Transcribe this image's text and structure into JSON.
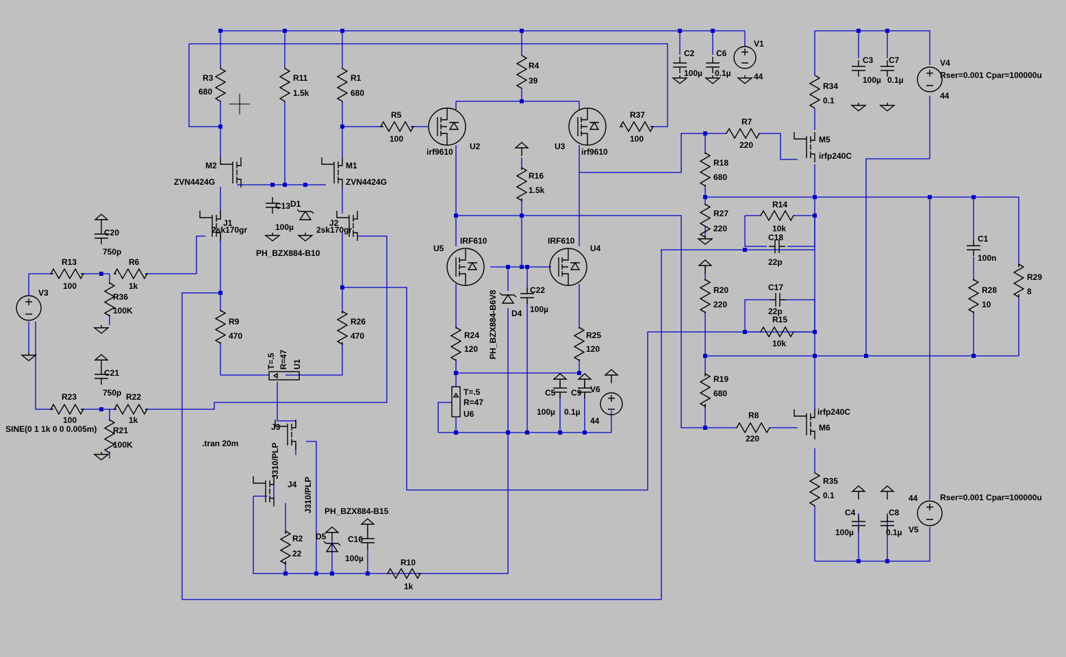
{
  "labels": {
    "R3": "R3",
    "R3v": "680",
    "R11": "R11",
    "R11v": "1.5k",
    "R1": "R1",
    "R1v": "680",
    "R4": "R4",
    "R4v": "39",
    "R5": "R5",
    "R5v": "100",
    "R37": "R37",
    "R37v": "100",
    "U2": "U2",
    "U2m": "irf9610",
    "U3": "U3",
    "U3m": "irf9610",
    "M2": "M2",
    "M2m": "ZVN4424G",
    "M1": "M1",
    "M1m": "ZVN4424G",
    "C13": "C13",
    "C13v": "100µ",
    "D1": "D1",
    "D1m": "PH_BZX884-B10",
    "J1": "J1",
    "J1m": "2sk170gr",
    "J2": "J2",
    "J2m": "2sk170gr",
    "C20": "C20",
    "C20v": "750p",
    "R13": "R13",
    "R13v": "100",
    "R6": "R6",
    "R6v": "1k",
    "R36": "R36",
    "R36v": "100K",
    "V3": "V3",
    "C21": "C21",
    "C21v": "750p",
    "R23": "R23",
    "R23v": "100",
    "R22": "R22",
    "R22v": "1k",
    "R21": "R21",
    "R21v": "100K",
    "sine": "SINE(0 1 1k 0 0 0.005m)",
    "R9": "R9",
    "R9v": "470",
    "R26": "R26",
    "R26v": "470",
    "U1": "U1",
    "U1t": "T=.5",
    "U1r": "R=47",
    "tran": ".tran 20m",
    "J3": "J3",
    "J3m": "J310/PLP",
    "J4": "J4",
    "J4m": "J310/PLP",
    "D5": "D5",
    "D5m": "PH_BZX884-B15",
    "C16": "C16",
    "C16v": "100µ",
    "R2": "R2",
    "R2v": "22",
    "R10": "R10",
    "R10v": "1k",
    "R16": "R16",
    "R16v": "1.5k",
    "U5": "U5",
    "U5m": "IRF610",
    "U4": "U4",
    "U4m": "IRF610",
    "D4": "D4",
    "D4m": "PH_BZX884-B6V8",
    "C22": "C22",
    "C22v": "100µ",
    "R24": "R24",
    "R24v": "120",
    "R25": "R25",
    "R25v": "120",
    "U6": "U6",
    "U6t": "T=.5",
    "U6r": "R=47",
    "C5": "C5",
    "C5v": "100µ",
    "C9": "C9",
    "C9v": "0.1µ",
    "V6": "V6",
    "V6v": "44",
    "C2": "C2",
    "C2v": "100µ",
    "C6": "C6",
    "C6v": "0.1µ",
    "V1": "V1",
    "V1v": "44",
    "C3": "C3",
    "C3v": "100µ",
    "C7": "C7",
    "C7v": "0.1µ",
    "V4": "V4",
    "V4v": "44",
    "V4p": "Rser=0.001 Cpar=100000u",
    "R34": "R34",
    "R34v": "0.1",
    "R7": "R7",
    "R7v": "220",
    "M5": "M5",
    "M5m": "irfp240C",
    "R18": "R18",
    "R18v": "680",
    "R27": "R27",
    "R27v": "220",
    "R14": "R14",
    "R14v": "10k",
    "C18": "C18",
    "C18v": "22p",
    "C1": "C1",
    "C1v": "100n",
    "R28": "R28",
    "R28v": "10",
    "R29": "R29",
    "R29v": "8",
    "R20": "R20",
    "R20v": "220",
    "C17": "C17",
    "C17v": "22p",
    "R15": "R15",
    "R15v": "10k",
    "R19": "R19",
    "R19v": "680",
    "R8": "R8",
    "R8v": "220",
    "M6": "M6",
    "M6m": "irfp240C",
    "R35": "R35",
    "R35v": "0.1",
    "C4": "C4",
    "C4v": "100µ",
    "C8": "C8",
    "C8v": "0.1µ",
    "V5": "V5",
    "V5v": "44",
    "V5p": "Rser=0.001 Cpar=100000u"
  }
}
